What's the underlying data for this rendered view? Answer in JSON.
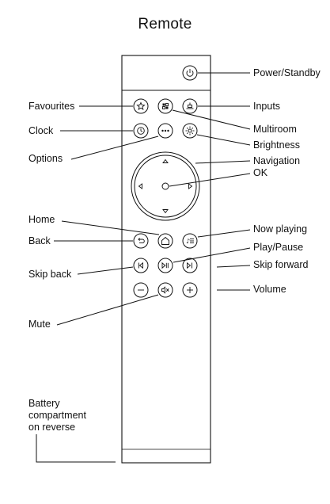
{
  "title": "Remote",
  "labels": {
    "power_standby": "Power/Standby",
    "favourites": "Favourites",
    "inputs": "Inputs",
    "clock": "Clock",
    "multiroom": "Multiroom",
    "brightness": "Brightness",
    "options": "Options",
    "navigation": "Navigation",
    "ok": "OK",
    "home": "Home",
    "now_playing": "Now playing",
    "back": "Back",
    "play_pause": "Play/Pause",
    "skip_back": "Skip back",
    "skip_forward": "Skip forward",
    "volume": "Volume",
    "mute": "Mute",
    "battery_line1": "Battery",
    "battery_line2": "compartment",
    "battery_line3": "on reverse"
  },
  "icons": [
    "power-icon",
    "star-icon",
    "grid-icon",
    "input-icon",
    "clock-icon",
    "dots-icon",
    "sun-icon",
    "arrow-up-icon",
    "arrow-down-icon",
    "arrow-left-icon",
    "arrow-right-icon",
    "ok-icon",
    "back-icon",
    "home-icon",
    "now-playing-icon",
    "skip-back-icon",
    "play-pause-icon",
    "skip-forward-icon",
    "minus-icon",
    "mute-icon",
    "plus-icon"
  ]
}
